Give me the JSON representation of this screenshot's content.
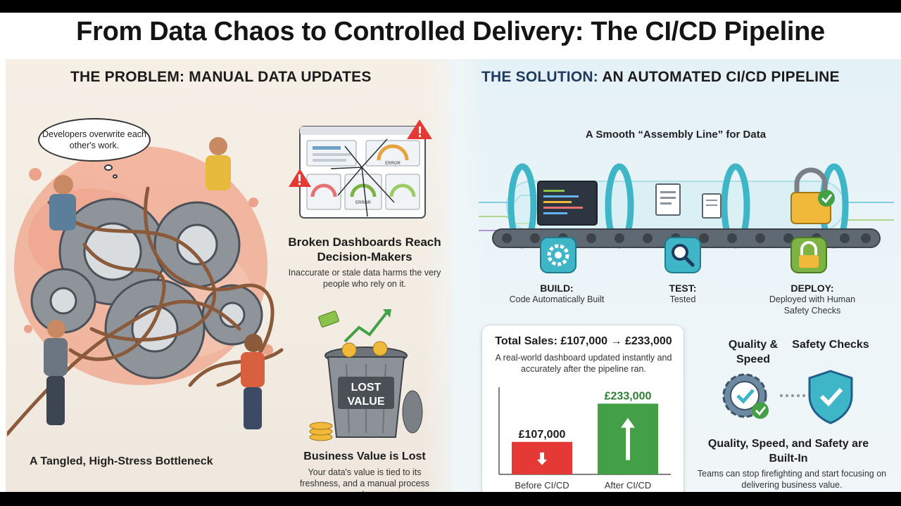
{
  "title": "From Data Chaos to Controlled Delivery: The CI/CD Pipeline",
  "problem": {
    "heading": "THE PROBLEM: MANUAL DATA UPDATES",
    "speech_bubble": "Developers overwrite each other's work.",
    "caption_tangled": "A Tangled, High-Stress Bottleneck",
    "broken_title": "Broken Dashboards Reach Decision-Makers",
    "broken_desc": "Inaccurate or stale data harms the very people who rely on it.",
    "dashboard_error_labels": [
      "ERROR",
      "ERROR"
    ],
    "trash_label": "LOST VALUE",
    "lost_title": "Business Value is Lost",
    "lost_desc": "Your data's value is tied to its freshness, and a manual process cannot keep up."
  },
  "solution": {
    "heading_accent": "THE SOLUTION:",
    "heading_rest": " AN AUTOMATED CI/CD PIPELINE",
    "assembly_sub": "A Smooth “Assembly Line” for Data",
    "steps": [
      {
        "label": "BUILD:",
        "desc": "Code Automatically Built",
        "icon": "gear-icon"
      },
      {
        "label": "TEST:",
        "desc": "Tested",
        "icon": "magnifier-icon"
      },
      {
        "label": "DEPLOY:",
        "desc": "Deployed with Human Safety Checks",
        "icon": "lock-icon"
      }
    ],
    "quality_label": "Quality & Speed",
    "safety_label": "Safety Checks",
    "builtin_title": "Quality, Speed, and Safety are Built-In",
    "builtin_desc": "Teams can stop firefighting and start focusing on delivering business value."
  },
  "chart_data": {
    "type": "bar",
    "title": "Total Sales: £107,000 → £233,000",
    "subtitle": "A real-world dashboard updated instantly and accurately after the pipeline ran.",
    "categories": [
      "Before CI/CD",
      "After CI/CD"
    ],
    "values": [
      107000,
      233000
    ],
    "value_labels": [
      "£107,000",
      "£233,000"
    ],
    "colors": [
      "#e53935",
      "#43a047"
    ],
    "ylim": [
      0,
      250000
    ]
  },
  "colors": {
    "problem_bg": "#f3ece3",
    "solution_bg": "#e4f1f7",
    "pipeline_teal": "#3fb6c8",
    "accent_navy": "#1f3a5f"
  }
}
